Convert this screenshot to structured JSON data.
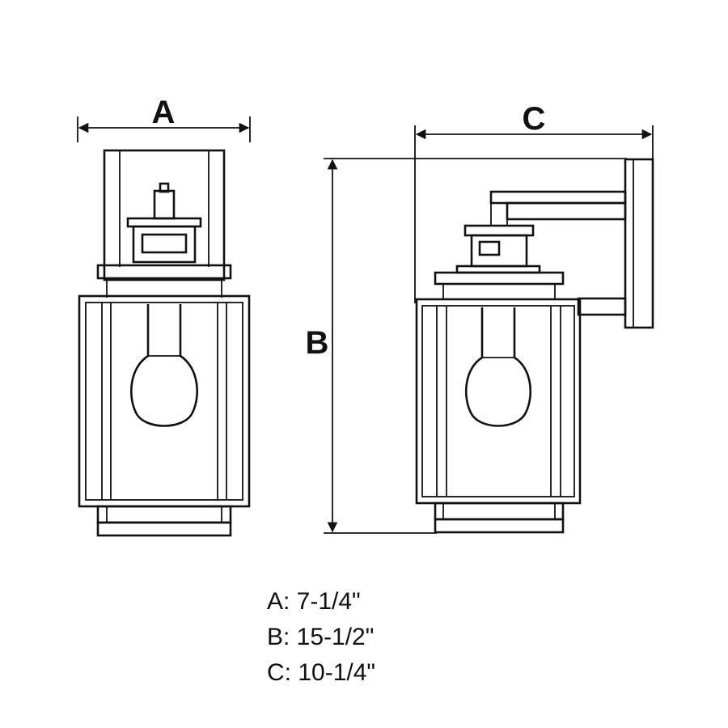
{
  "labels": {
    "width": "A",
    "height": "B",
    "depth": "C"
  },
  "dimensions": [
    {
      "key": "A",
      "text": "A: 7-1/4\""
    },
    {
      "key": "B",
      "text": "B: 15-1/2\""
    },
    {
      "key": "C",
      "text": "C: 10-1/4\""
    }
  ],
  "colors": {
    "line": "#111111",
    "background": "#ffffff"
  }
}
